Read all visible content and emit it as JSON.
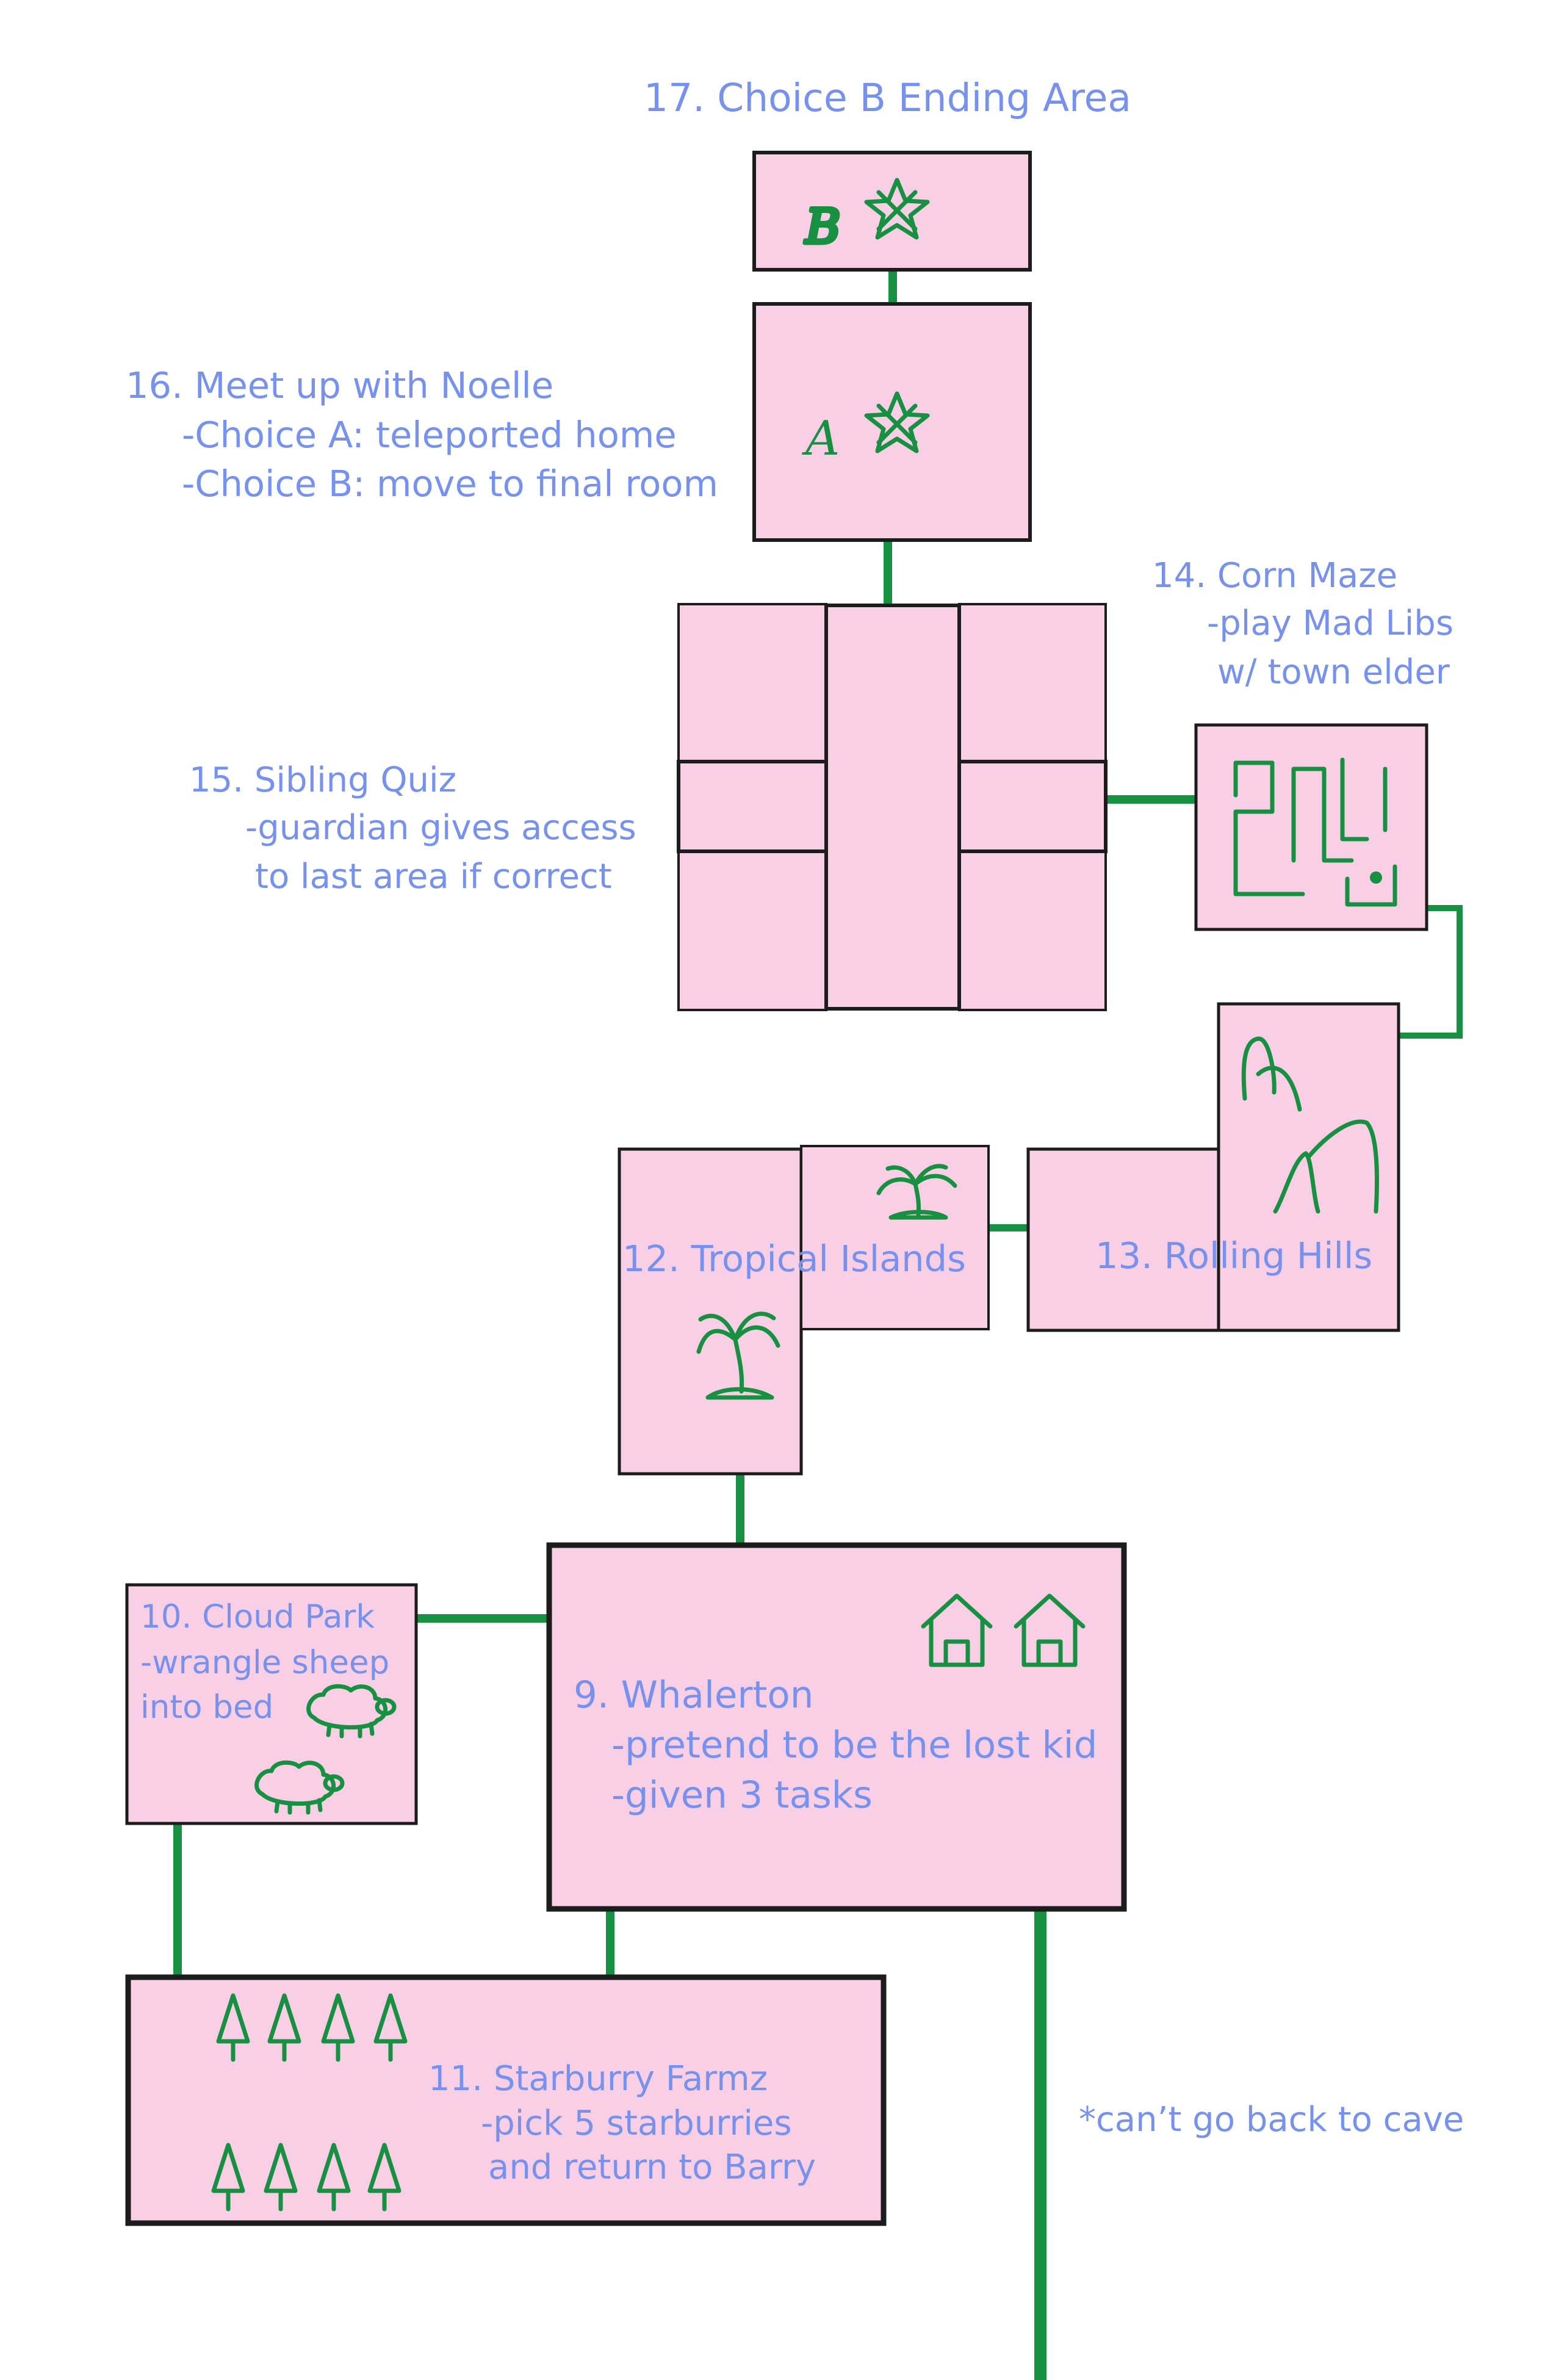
{
  "colors": {
    "background": "#ffffff",
    "room_fill": "#f9cfe6",
    "room_border": "#1c1c1c",
    "path": "#179141",
    "label_text": "#7792ee"
  },
  "rooms": {
    "r17": {
      "title": "17. Choice B Ending Area",
      "marker_letter": "B"
    },
    "r16": {
      "title": "16. Meet up with Noelle",
      "notes": [
        "-Choice A: teleported home",
        "-Choice B: move to final room"
      ],
      "marker_letter": "A"
    },
    "r15": {
      "title": "15. Sibling Quiz",
      "notes": [
        "-guardian gives access",
        "to last area if correct"
      ]
    },
    "r14": {
      "title": "14. Corn Maze",
      "notes": [
        "-play Mad Libs",
        "w/ town elder"
      ]
    },
    "r13": {
      "title": "13. Rolling Hills"
    },
    "r12": {
      "title": "12. Tropical Islands"
    },
    "r11": {
      "title": "11. Starburry Farmz",
      "notes": [
        "-pick 5 starburries",
        "and return to Barry"
      ]
    },
    "r10": {
      "title": "10. Cloud Park",
      "notes": [
        "-wrangle sheep",
        "into bed"
      ]
    },
    "r9": {
      "title": "9. Whalerton",
      "notes": [
        "-pretend to be the lost kid",
        "-given 3 tasks"
      ]
    }
  },
  "cave_note": "*can’t go back to cave",
  "icons": [
    "star-icon",
    "maze-icon",
    "hill-icon",
    "palm-tree-icon",
    "house-icon",
    "sheep-icon",
    "pine-tree-icon"
  ]
}
